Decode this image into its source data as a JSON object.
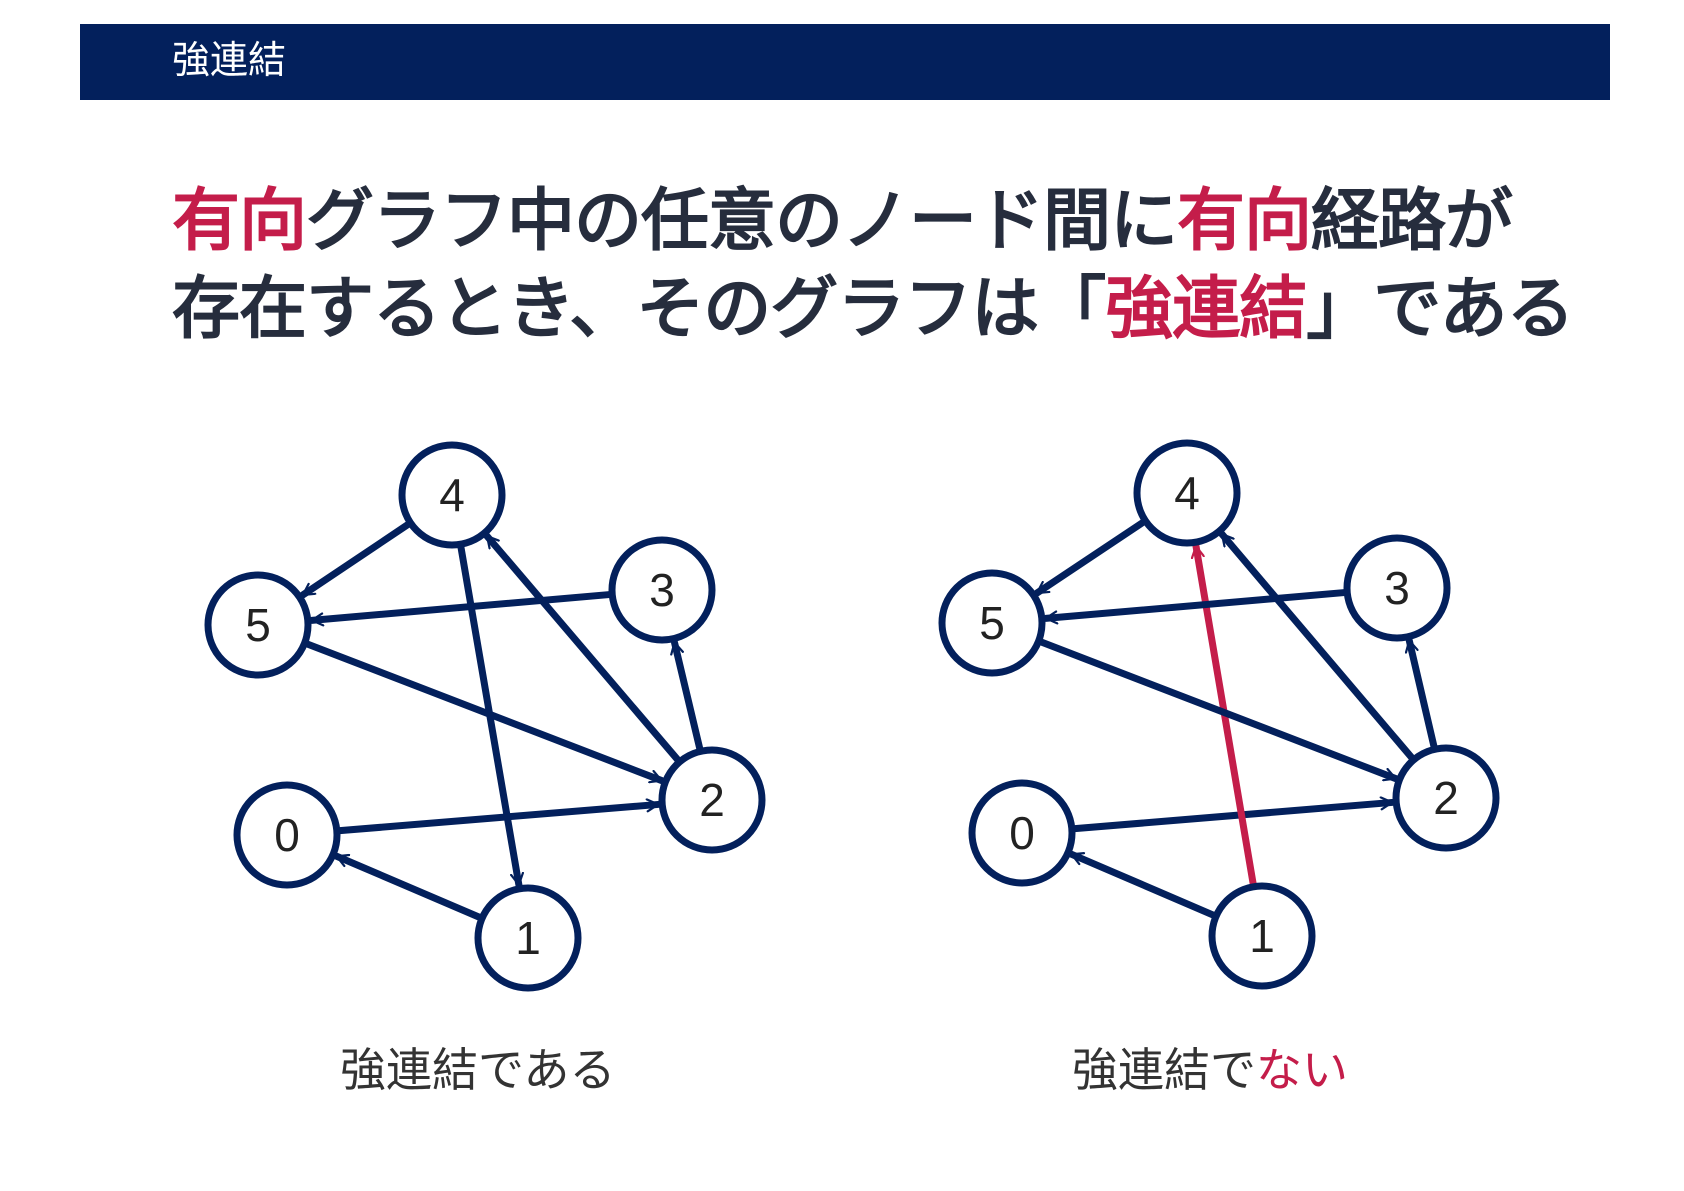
{
  "header": {
    "title": "強連結"
  },
  "headline": {
    "line1": [
      {
        "text": "有向",
        "accent": true
      },
      {
        "text": "グラフ中の任意のノード間に",
        "accent": false
      },
      {
        "text": "有向",
        "accent": true
      },
      {
        "text": "経路が",
        "accent": false
      }
    ],
    "line2": [
      {
        "text": "存在するとき、そのグラフは「",
        "accent": false
      },
      {
        "text": "強連結",
        "accent": true
      },
      {
        "text": "」である",
        "accent": false
      }
    ]
  },
  "colors": {
    "navy": "#03205c",
    "accent": "#c41d4a",
    "text": "#262d3d"
  },
  "graphs": [
    {
      "id": "left",
      "caption": [
        {
          "text": "強連結である",
          "accent": false
        }
      ],
      "nodes": [
        "0",
        "1",
        "2",
        "3",
        "4",
        "5"
      ],
      "edges": [
        {
          "from": "0",
          "to": "2",
          "highlight": false
        },
        {
          "from": "1",
          "to": "0",
          "highlight": false
        },
        {
          "from": "4",
          "to": "1",
          "highlight": false
        },
        {
          "from": "2",
          "to": "4",
          "highlight": false
        },
        {
          "from": "2",
          "to": "3",
          "highlight": false
        },
        {
          "from": "3",
          "to": "5",
          "highlight": false
        },
        {
          "from": "4",
          "to": "5",
          "highlight": false
        },
        {
          "from": "5",
          "to": "2",
          "highlight": false
        }
      ]
    },
    {
      "id": "right",
      "caption": [
        {
          "text": "強連結で",
          "accent": false
        },
        {
          "text": "ない",
          "accent": true
        }
      ],
      "nodes": [
        "0",
        "1",
        "2",
        "3",
        "4",
        "5"
      ],
      "edges": [
        {
          "from": "0",
          "to": "2",
          "highlight": false
        },
        {
          "from": "1",
          "to": "0",
          "highlight": false
        },
        {
          "from": "1",
          "to": "4",
          "highlight": true
        },
        {
          "from": "2",
          "to": "4",
          "highlight": false
        },
        {
          "from": "2",
          "to": "3",
          "highlight": false
        },
        {
          "from": "3",
          "to": "5",
          "highlight": false
        },
        {
          "from": "4",
          "to": "5",
          "highlight": false
        },
        {
          "from": "5",
          "to": "2",
          "highlight": false
        }
      ]
    }
  ]
}
